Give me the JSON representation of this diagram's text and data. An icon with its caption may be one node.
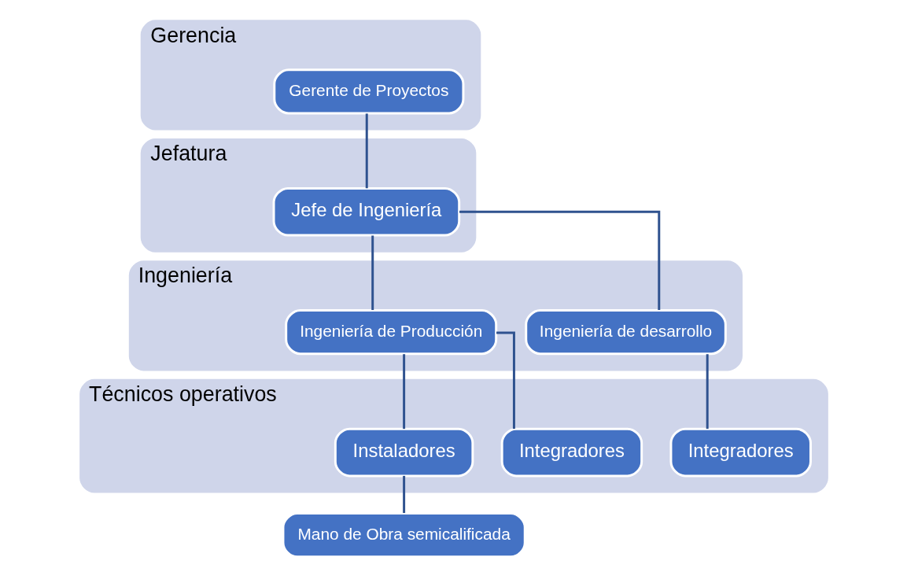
{
  "diagram": {
    "nodes": [
      {
        "text": [
          "Gerencia"
        ]
      },
      {
        "text": [
          "Gerente de Proyectos"
        ],
        "in": 0
      },
      {
        "text": [
          "Jefatura"
        ]
      },
      {
        "text": [
          "Jefe de Ingeniería"
        ],
        "in": 2
      },
      {
        "text": [
          "Ingeniería"
        ]
      },
      {
        "text": [
          "Ingeniería de desarrollo"
        ],
        "in": 4
      },
      {
        "text": [
          "Ingeniería de Producción"
        ],
        "in": 4
      },
      {
        "text": [
          "Técnicos operativos"
        ]
      },
      {
        "text": [
          "Integradores"
        ],
        "in": 7
      },
      {
        "text": [
          "Integradores"
        ],
        "in": 7
      },
      {
        "text": [
          "Instaladores"
        ],
        "in": 7
      },
      {
        "text": [
          "Mano de Obra semicalificada"
        ]
      }
    ],
    "edges": [
      {
        "from": 1,
        "to": 3,
        "arrow": "none"
      },
      {
        "from": 3,
        "to": 5,
        "arrow": "none"
      },
      {
        "from": 3,
        "to": 6,
        "arrow": "none"
      },
      {
        "from": 5,
        "to": 8,
        "arrow": "none"
      },
      {
        "from": 6,
        "to": 9,
        "arrow": "none"
      },
      {
        "from": 6,
        "to": 10,
        "arrow": "none"
      },
      {
        "from": 10,
        "to": 11,
        "arrow": "none"
      }
    ]
  }
}
